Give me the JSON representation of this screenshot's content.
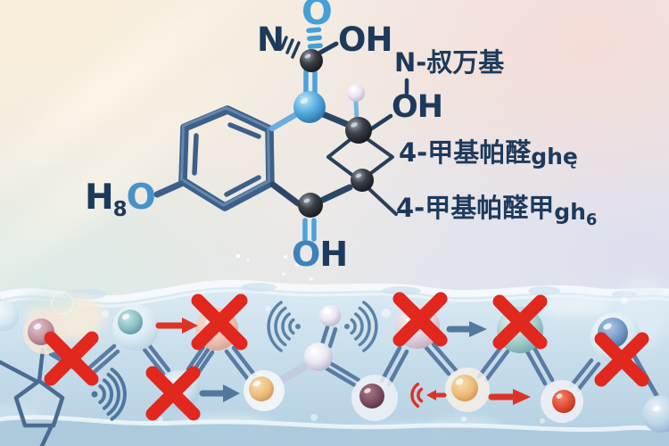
{
  "molecule": {
    "atoms": {
      "top_o": "O",
      "top_n": "N",
      "top_oh": "OH",
      "n_oh": "OH",
      "h8o_h": "H",
      "h8o_sub": "8",
      "h8o_o": "O",
      "ketone_o": "O",
      "ketone_h": "H"
    },
    "annotations": {
      "n_substituent": "N-叔万基",
      "ring1_zh": "4-甲基帕醛",
      "ring1_latin": "ghę",
      "ring2_zh": "4-甲基帕醛甲",
      "ring2_latin": "gh",
      "ring2_sub": "6"
    }
  },
  "icons": {
    "x_mark": "red-x-cross",
    "arrow_right": "→",
    "arrow_left": "←",
    "sound_wave": ")))"
  },
  "colors": {
    "text_navy": "#1d3a5c",
    "bond_steel": "#3c6089",
    "accent_blue": "#4aa3dc",
    "x_red": "#e2271e",
    "arrow_blue": "#54779e",
    "arrow_red": "#dd3326",
    "band_blue": "#c9deec"
  }
}
